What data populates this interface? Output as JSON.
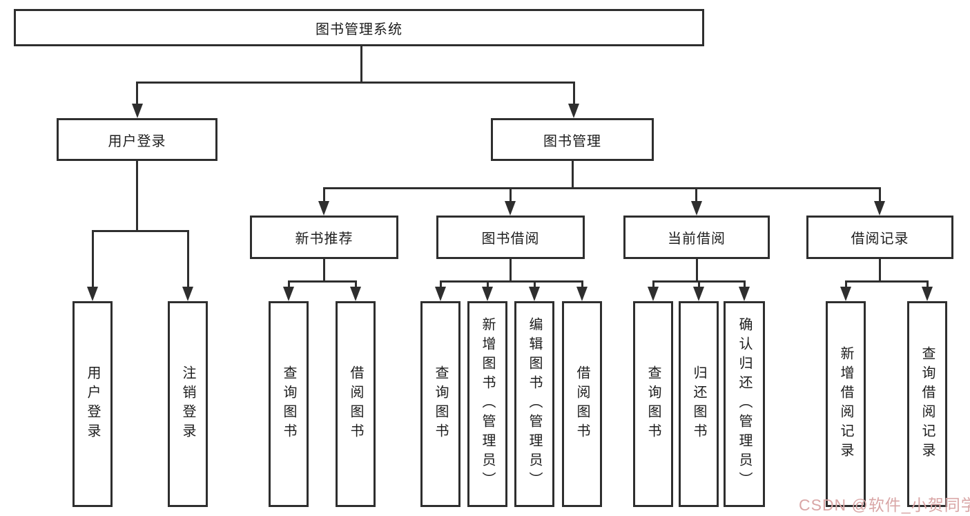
{
  "diagram": {
    "root_label": "图书管理系统",
    "user_login": {
      "label": "用户登录",
      "children": [
        "用户登录",
        "注销登录"
      ]
    },
    "book_mgmt": {
      "label": "图书管理",
      "sections": [
        {
          "label": "新书推荐",
          "children": [
            "查询图书",
            "借阅图书"
          ]
        },
        {
          "label": "图书借阅",
          "children": [
            "查询图书",
            "新增图书（管理员）",
            "编辑图书（管理员）",
            "借阅图书"
          ]
        },
        {
          "label": "当前借阅",
          "children": [
            "查询图书",
            "归还图书",
            "确认归还（管理员）"
          ]
        },
        {
          "label": "借阅记录",
          "children": [
            "新增借阅记录",
            "查询借阅记录"
          ]
        }
      ]
    },
    "line_color": "#2e2e2e"
  },
  "watermark": {
    "text": "CSDN @软件_小贺同学",
    "color": "#d9a6a6"
  }
}
